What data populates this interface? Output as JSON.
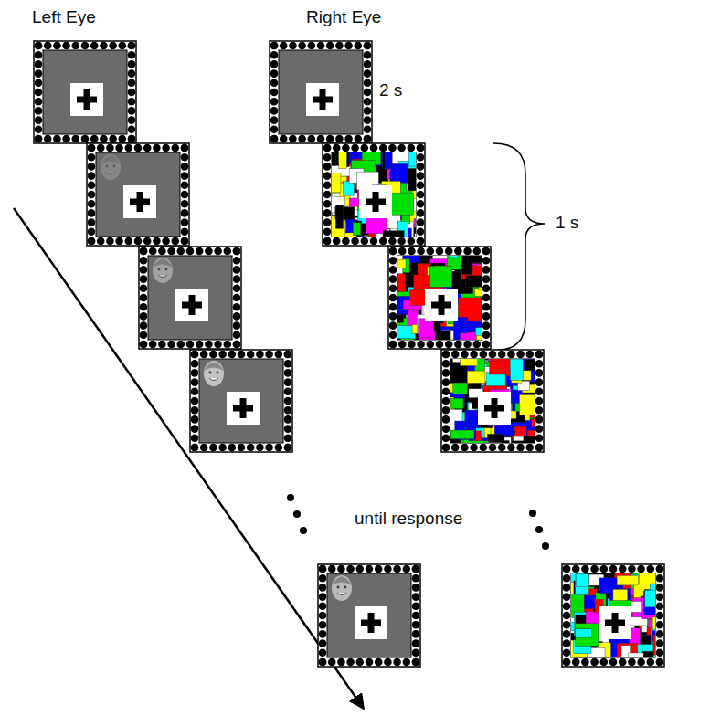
{
  "diagram": {
    "labels": [
      "Left Eye",
      "Right Eye",
      "2 s",
      "1 s",
      "until response"
    ]
  }
}
